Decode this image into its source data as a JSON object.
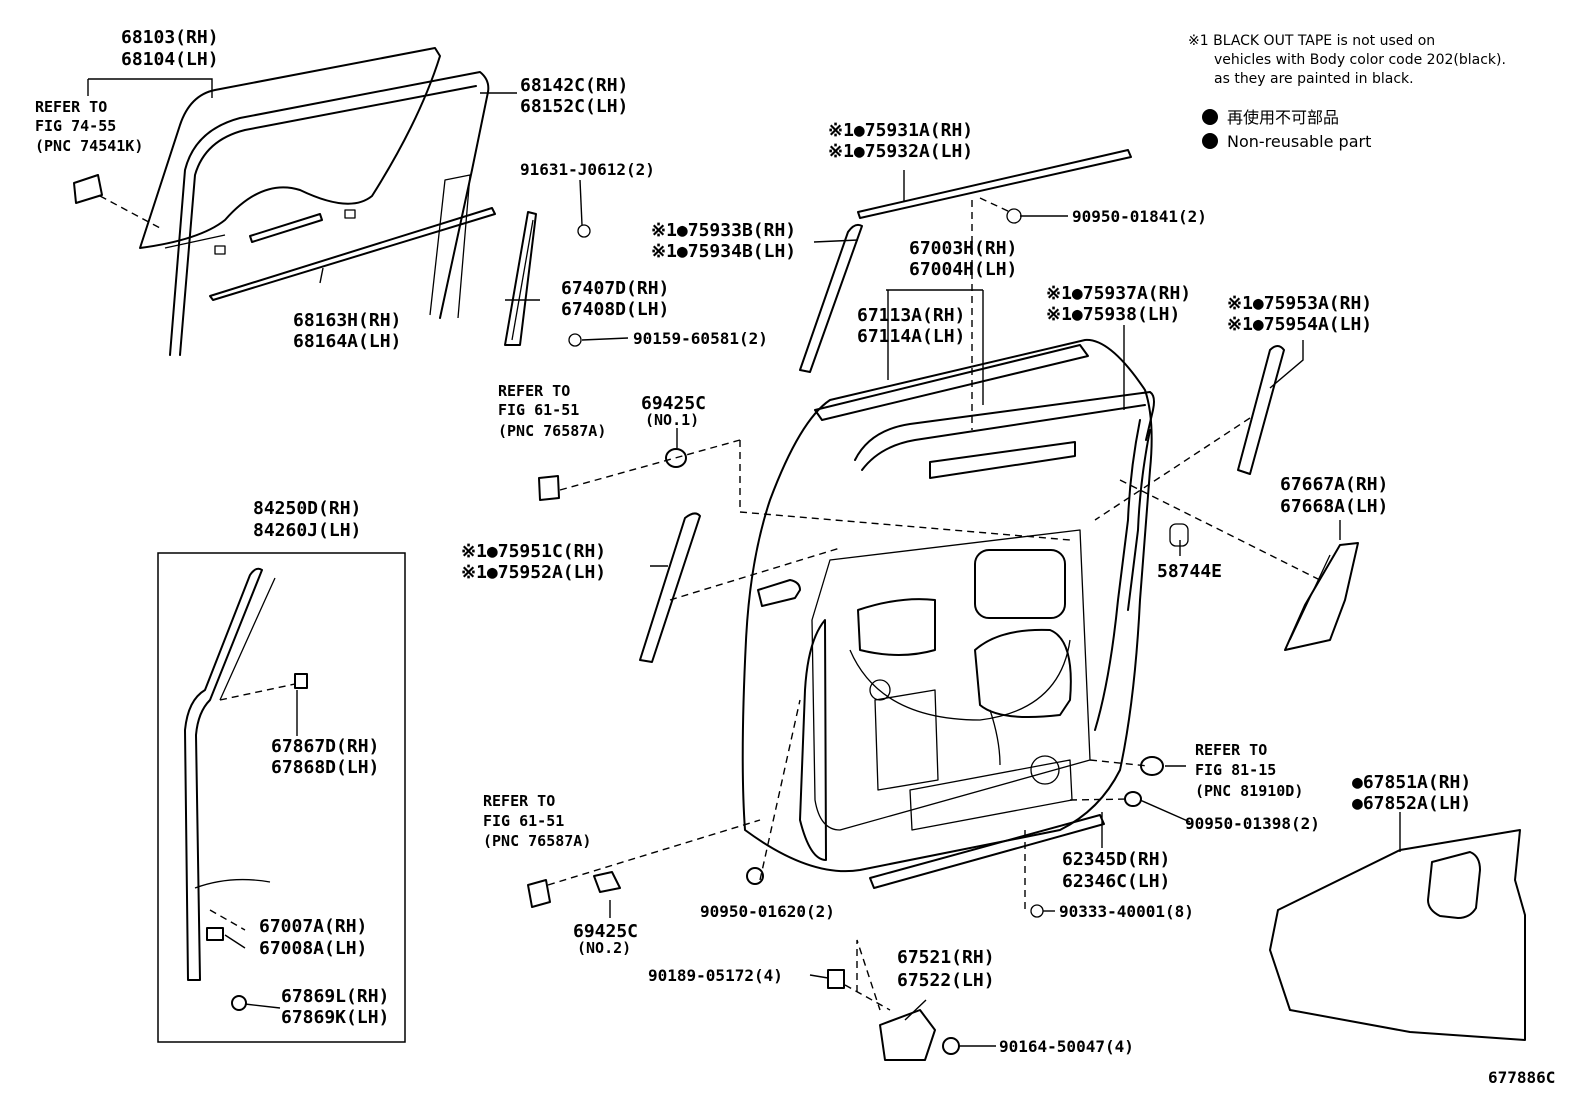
{
  "notes": {
    "line1": "※1 BLACK OUT TAPE is not used on",
    "line2": "vehicles with Body color code 202(black).",
    "line3": "as they are painted in black.",
    "legend_jp": "再使用不可部品",
    "legend_en": "Non-reusable part"
  },
  "diagram_code": "677886C",
  "labels": {
    "p68103": "68103(RH)",
    "p68104": "68104(LH)",
    "refer74a": "REFER TO",
    "refer74b": "FIG 74-55",
    "refer74c": "(PNC 74541K)",
    "p68142": "68142C(RH)",
    "p68152": "68152C(LH)",
    "p91631": "91631-J0612(2)",
    "p75931": "※1●75931A(RH)",
    "p75932": "※1●75932A(LH)",
    "p90950_01841": "90950-01841(2)",
    "p75933": "※1●75933B(RH)",
    "p75934": "※1●75934B(LH)",
    "p67003": "67003H(RH)",
    "p67004": "67004H(LH)",
    "p67407": "67407D(RH)",
    "p67408": "67408D(LH)",
    "p75937": "※1●75937A(RH)",
    "p75938": "※1●75938(LH)",
    "p75953": "※1●75953A(RH)",
    "p75954": "※1●75954A(LH)",
    "p68163": "68163H(RH)",
    "p68164": "68164A(LH)",
    "p90159": "90159-60581(2)",
    "p67113": "67113A(RH)",
    "p67114": "67114A(LH)",
    "refer61a1": "REFER TO",
    "refer61a2": "FIG 61-51",
    "refer61a3": "(PNC 76587A)",
    "p69425c1a": "69425C",
    "p69425c1b": "(NO.1)",
    "p67667": "67667A(RH)",
    "p67668": "67668A(LH)",
    "p84250": "84250D(RH)",
    "p84260": "84260J(LH)",
    "p75951": "※1●75951C(RH)",
    "p75952": "※1●75952A(LH)",
    "p58744": "58744E",
    "p67867": "67867D(RH)",
    "p67868": "67868D(LH)",
    "refer81a": "REFER TO",
    "refer81b": "FIG 81-15",
    "refer81c": "(PNC 81910D)",
    "p67851": "●67851A(RH)",
    "p67852": "●67852A(LH)",
    "refer61b1": "REFER TO",
    "refer61b2": "FIG 61-51",
    "refer61b3": "(PNC 76587A)",
    "p90950_01398": "90950-01398(2)",
    "p62345": "62345D(RH)",
    "p62346": "62346C(LH)",
    "p90950_01620": "90950-01620(2)",
    "p90333": "90333-40001(8)",
    "p69425c2a": "69425C",
    "p69425c2b": "(NO.2)",
    "p67007": "67007A(RH)",
    "p67008": "67008A(LH)",
    "p67521": "67521(RH)",
    "p67522": "67522(LH)",
    "p90189": "90189-05172(4)",
    "p67869l": "67869L(RH)",
    "p67869k": "67869K(LH)",
    "p90164": "90164-50047(4)"
  }
}
